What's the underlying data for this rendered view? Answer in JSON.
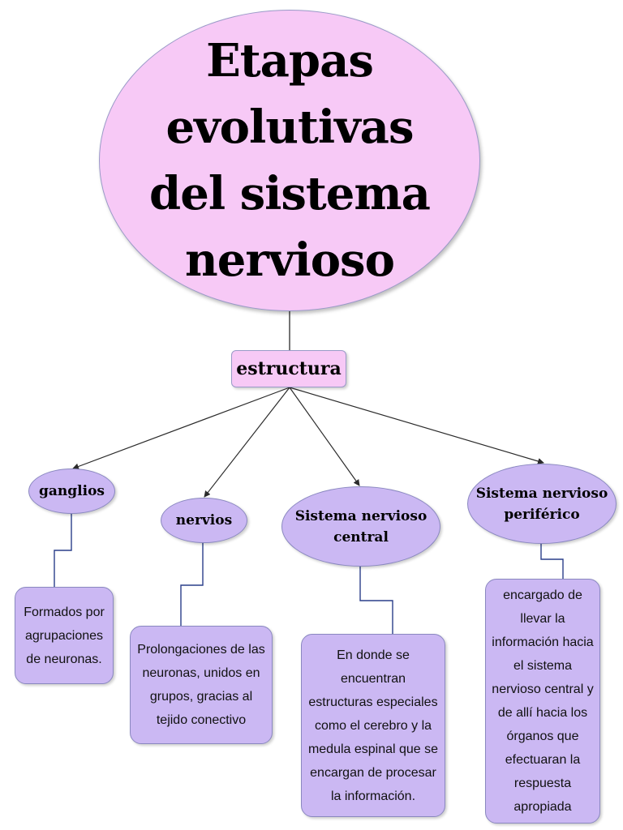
{
  "title": [
    "Etapas",
    "evolutivas",
    "del sistema",
    "nervioso"
  ],
  "center": "estructura",
  "branches": [
    {
      "label": [
        "ganglios"
      ],
      "desc": [
        "Formados por",
        "agrupaciones",
        "de neuronas."
      ]
    },
    {
      "label": [
        "nervios"
      ],
      "desc": [
        "Prolongaciones de las",
        "neuronas, unidos en",
        "grupos, gracias al",
        "tejido conectivo"
      ]
    },
    {
      "label": [
        "Sistema nervioso",
        "central"
      ],
      "desc": [
        "En donde se",
        "encuentran",
        "estructuras especiales",
        "como el cerebro y la",
        "medula espinal que se",
        "encargan de procesar",
        "la información."
      ]
    },
    {
      "label": [
        "Sistema nervioso",
        "periférico"
      ],
      "desc": [
        "encargado de",
        "llevar la",
        "información hacia",
        "el sistema",
        "nervioso central y",
        "de allí hacia los",
        "órganos que",
        "efectuaran la",
        "respuesta",
        "apropiada"
      ]
    }
  ],
  "colors": {
    "title_fill": "#f7c9f6",
    "node_fill": "#cbb8f3",
    "border": "#9a9ac8",
    "connector": "#2b2b2b",
    "elbow_connector": "#2a3f8a"
  }
}
